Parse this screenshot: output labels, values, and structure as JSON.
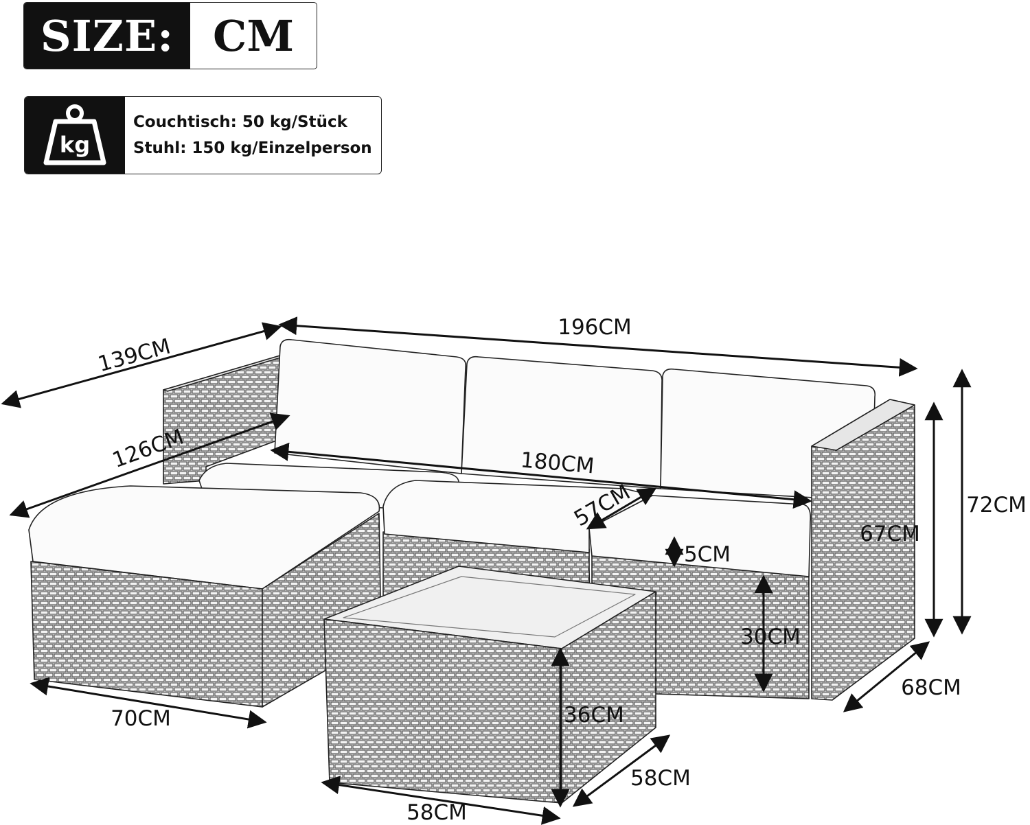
{
  "header": {
    "size_label": "SIZE:",
    "unit": "CM"
  },
  "weight": {
    "icon": "kg-weight-icon",
    "icon_text": "kg",
    "lines": [
      "Couchtisch: 50 kg/Stück",
      "Stuhl: 150 kg/Einzelperson"
    ]
  },
  "dimensions": {
    "total_width": "196CM",
    "total_depth": "139CM",
    "seat_depth_left": "126CM",
    "seat_width": "180CM",
    "seat_depth": "57CM",
    "cushion": "5CM",
    "armrest_height": "67CM",
    "total_height": "72CM",
    "seat_height": "30CM",
    "sofa_depth": "68CM",
    "ottoman_width": "70CM",
    "table_height": "36CM",
    "table_depth": "58CM",
    "table_width": "58CM"
  }
}
